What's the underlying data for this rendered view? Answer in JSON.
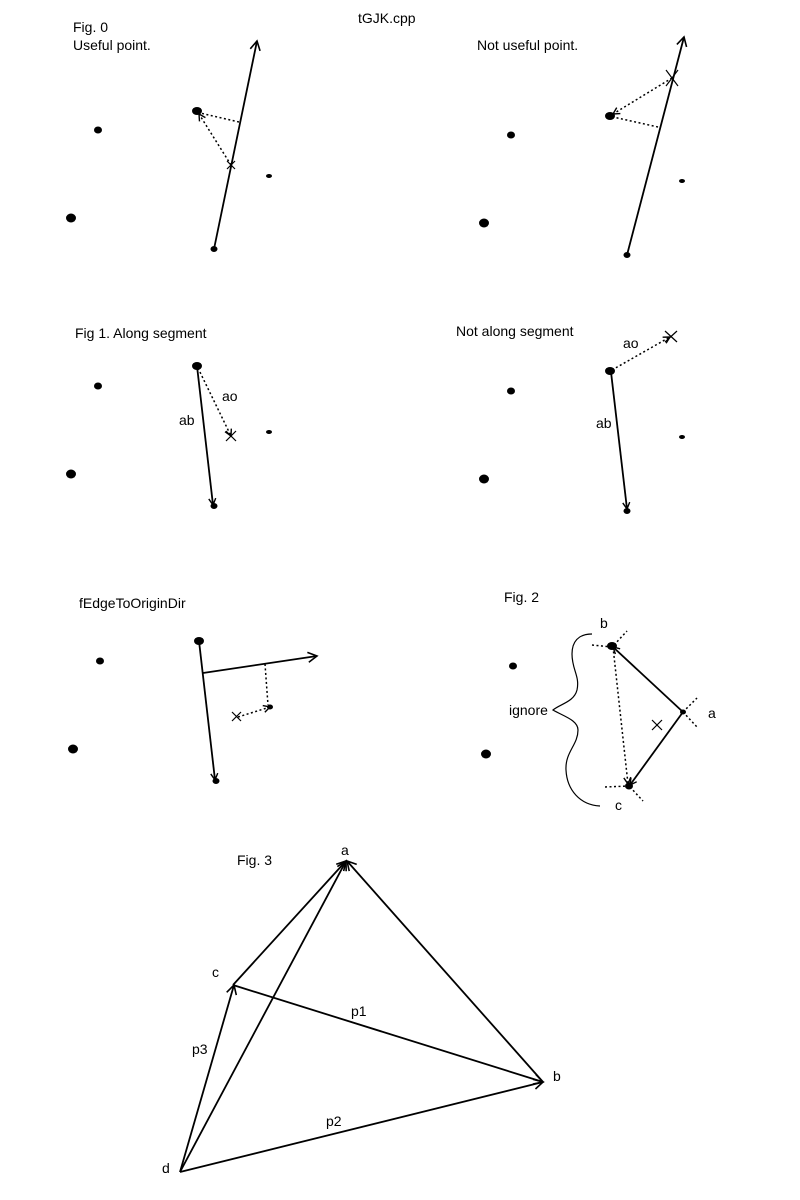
{
  "file_title": "tGJK.cpp",
  "fig0": {
    "label": "Fig. 0",
    "caption": "Useful point.",
    "right_caption": "Not useful point."
  },
  "fig1": {
    "label": "Fig 1. Along segment",
    "right_caption": "Not along segment",
    "ab": "ab",
    "ao": "ao"
  },
  "fig_edge": {
    "label": "fEdgeToOriginDir"
  },
  "fig2": {
    "label": "Fig. 2",
    "ignore": "ignore",
    "a": "a",
    "b": "b",
    "c": "c"
  },
  "fig3": {
    "label": "Fig. 3",
    "a": "a",
    "b": "b",
    "c": "c",
    "d": "d",
    "p1": "p1",
    "p2": "p2",
    "p3": "p3"
  }
}
